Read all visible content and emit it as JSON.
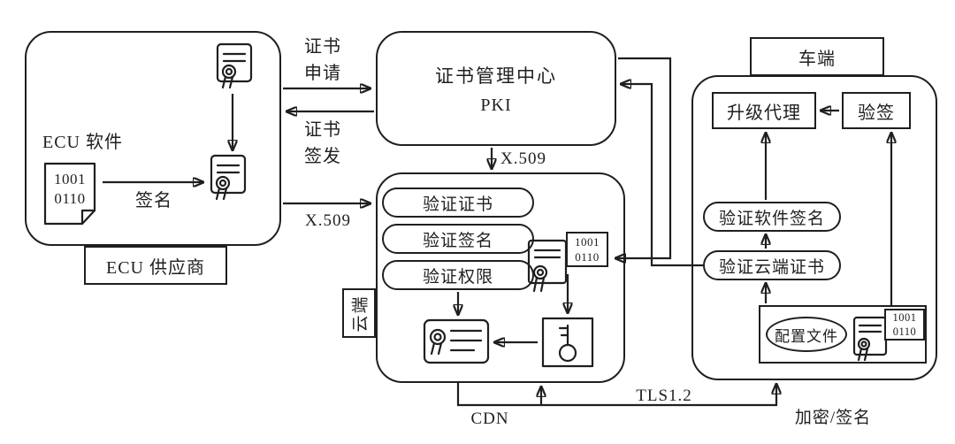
{
  "colors": {
    "ink": "#1f1f1f",
    "paper": "#ffffff"
  },
  "ecu": {
    "software_label": "ECU 软件",
    "binary": "1001\n0110",
    "sign_label": "签名",
    "supplier_label": "ECU 供应商"
  },
  "pki": {
    "title": "证书管理中心",
    "subtitle": "PKI"
  },
  "labels": {
    "cert_request": "证书\n申请",
    "cert_issue": "证书\n签发",
    "x509_vertical": "X.509",
    "x509_horizontal": "X.509",
    "cdn": "CDN",
    "tls": "TLS1.2",
    "encrypt_sign": "加密/签名"
  },
  "cloud": {
    "side_label": "云端",
    "pills": [
      "验证证书",
      "验证签名",
      "验证权限"
    ],
    "cert_binary": "1001\n0110"
  },
  "vehicle": {
    "side_label": "车端",
    "upgrade_agent": "升级代理",
    "verify_sign": "验签",
    "pills": [
      "验证软件签名",
      "验证云端证书"
    ],
    "config_file": "配置文件",
    "cert_binary": "1001\n0110"
  }
}
